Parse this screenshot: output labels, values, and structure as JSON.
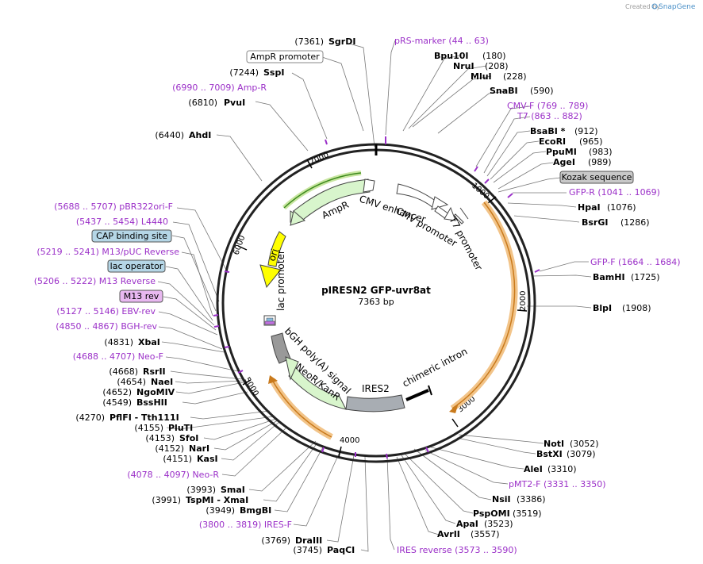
{
  "credit": {
    "prefix": "Created by",
    "brand": "SnapGene"
  },
  "plasmid": {
    "name": "pIRESN2 GFP-uvr8at",
    "size": "7363 bp"
  },
  "ticks": [
    "1000",
    "2000",
    "3000",
    "4000",
    "5000",
    "6000",
    "7000"
  ],
  "features": {
    "cmv_enhancer": "CMV enhancer",
    "cmv_promoter": "CMV promoter",
    "t7_promoter": "T7 promoter",
    "chimeric_intron": "chimeric intron",
    "ires2": "IRES2",
    "neor": "NeoR/KanR",
    "bgh": "bGH poly(A) signal",
    "lac_promoter": "lac promoter",
    "ori": "ori",
    "ampr": "AmpR"
  },
  "labels": [
    {
      "pos": "(7361)",
      "name": "SgrDI"
    },
    {
      "pos": "",
      "name": "AmpR promoter",
      "boxed": true
    },
    {
      "pos": "(7244)",
      "name": "SspI"
    },
    {
      "name": "(6990 .. 7009)  Amp-R",
      "purple": true
    },
    {
      "pos": "(6810)",
      "name": "PvuI"
    },
    {
      "pos": "(6440)",
      "name": "AhdI"
    },
    {
      "name": "(5688 .. 5707)  pBR322ori-F",
      "purple": true
    },
    {
      "name": "(5437 .. 5454)  L4440",
      "purple": true
    },
    {
      "name": "CAP binding site",
      "boxed": true
    },
    {
      "name": "(5219 .. 5241)  M13/pUC Reverse",
      "purple": true
    },
    {
      "name": "lac operator",
      "boxed": true
    },
    {
      "name": "(5206 .. 5222)  M13 Reverse",
      "purple": true
    },
    {
      "name": "M13 rev",
      "boxed": true
    },
    {
      "name": "(5127 .. 5146)  EBV-rev",
      "purple": true
    },
    {
      "name": "(4850 .. 4867)  BGH-rev",
      "purple": true
    },
    {
      "pos": "(4831)",
      "name": "XbaI"
    },
    {
      "name": "(4688 .. 4707)  Neo-F",
      "purple": true
    },
    {
      "pos": "(4668)",
      "name": "RsrII"
    },
    {
      "pos": "(4654)",
      "name": "NaeI"
    },
    {
      "pos": "(4652)",
      "name": "NgoMIV"
    },
    {
      "pos": "(4549)",
      "name": "BssHII"
    },
    {
      "pos": "(4270)",
      "name": "PflFI - Tth111I"
    },
    {
      "pos": "(4155)",
      "name": "PluTI"
    },
    {
      "pos": "(4153)",
      "name": "SfoI"
    },
    {
      "pos": "(4152)",
      "name": "NarI"
    },
    {
      "pos": "(4151)",
      "name": "KasI"
    },
    {
      "name": "(4078 .. 4097)  Neo-R",
      "purple": true
    },
    {
      "pos": "(3993)",
      "name": "SmaI"
    },
    {
      "pos": "(3991)",
      "name": "TspMI - XmaI"
    },
    {
      "pos": "(3949)",
      "name": "BmgBI"
    },
    {
      "name": "(3800 .. 3819)  IRES-F",
      "purple": true
    },
    {
      "pos": "(3769)",
      "name": "DraIII"
    },
    {
      "pos": "(3745)",
      "name": "PaqCI"
    },
    {
      "name": "IRES reverse  (3573 .. 3590)",
      "purple": true
    },
    {
      "name": "AvrII",
      "pos": "(3557)"
    },
    {
      "name": "ApaI",
      "pos": "(3523)"
    },
    {
      "name": "PspOMI",
      "pos": "(3519)"
    },
    {
      "name": "NsiI",
      "pos": "(3386)"
    },
    {
      "name": "pMT2-F  (3331 .. 3350)",
      "purple": true
    },
    {
      "name": "AleI",
      "pos": "(3310)"
    },
    {
      "name": "BstXI",
      "pos": "(3079)"
    },
    {
      "name": "NotI",
      "pos": "(3052)"
    },
    {
      "name": "BlpI",
      "pos": "(1908)"
    },
    {
      "name": "BamHI",
      "pos": "(1725)"
    },
    {
      "name": "GFP-F   (1664 .. 1684)",
      "purple": true
    },
    {
      "name": "BsrGI",
      "pos": "(1286)"
    },
    {
      "name": "HpaI",
      "pos": "(1076)"
    },
    {
      "name": "GFP-R   (1041 .. 1069)",
      "purple": true
    },
    {
      "name": "Kozak sequence",
      "boxed": true
    },
    {
      "name": "AgeI",
      "pos": "(989)"
    },
    {
      "name": "PpuMI",
      "pos": "(983)"
    },
    {
      "name": "EcoRI",
      "pos": "(965)"
    },
    {
      "name": "BsaBI *",
      "pos": "(912)"
    },
    {
      "name": "T7   (863 .. 882)",
      "purple": true
    },
    {
      "name": "CMV-F   (769 .. 789)",
      "purple": true
    },
    {
      "name": "SnaBI",
      "pos": "(590)"
    },
    {
      "name": "MluI",
      "pos": "(228)"
    },
    {
      "name": "NruI",
      "pos": "(208)"
    },
    {
      "name": "Bpu10I",
      "pos": "(180)"
    },
    {
      "name": "pRS-marker   (44 .. 63)",
      "purple": true
    }
  ]
}
